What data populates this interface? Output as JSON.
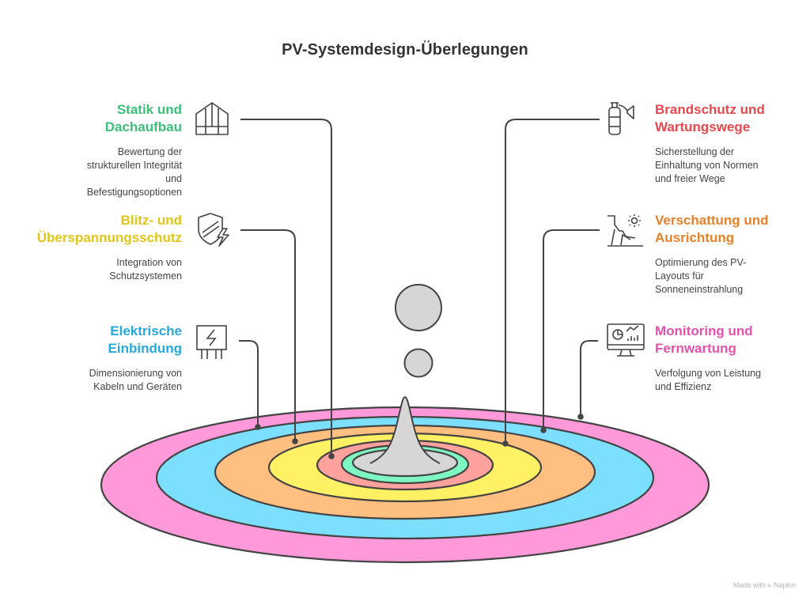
{
  "title": "PV-Systemdesign-Überlegungen",
  "items": [
    {
      "heading": "Statik und Dachaufbau",
      "heading_lines": [
        "Statik und",
        "Dachaufbau"
      ],
      "description_lines": [
        "Bewertung der",
        "strukturellen Integrität",
        "und",
        "Befestigungsoptionen"
      ],
      "color": "#3dbf7a",
      "ring_color": "#7ff7c2",
      "icon": "greenhouse-icon",
      "side": "left"
    },
    {
      "heading": "Blitz- und Überspannungsschutz",
      "heading_lines": [
        "Blitz- und",
        "Überspannungsschutz"
      ],
      "description_lines": [
        "Integration von",
        "Schutzsystemen"
      ],
      "color": "#e0c51a",
      "ring_color": "#fff064",
      "icon": "shield-lightning-icon",
      "side": "left"
    },
    {
      "heading": "Elektrische Einbindung",
      "heading_lines": [
        "Elektrische",
        "Einbindung"
      ],
      "description_lines": [
        "Dimensionierung von",
        "Kabeln und Geräten"
      ],
      "color": "#25a9dc",
      "ring_color": "#7cdffd",
      "icon": "fuse-icon",
      "side": "left"
    },
    {
      "heading": "Brandschutz und Wartungswege",
      "heading_lines": [
        "Brandschutz und",
        "Wartungswege"
      ],
      "description_lines": [
        "Sicherstellung der",
        "Einhaltung von Normen",
        "und freier Wege"
      ],
      "color": "#e8484d",
      "ring_color": "#ffa19c",
      "icon": "fire-extinguisher-icon",
      "side": "right"
    },
    {
      "heading": "Verschattung und Ausrichtung",
      "heading_lines": [
        "Verschattung und",
        "Ausrichtung"
      ],
      "description_lines": [
        "Optimierung des PV-",
        "Layouts für",
        "Sonneneinstrahlung"
      ],
      "color": "#e78129",
      "ring_color": "#ffbf80",
      "icon": "cliff-sun-icon",
      "side": "right"
    },
    {
      "heading": "Monitoring und Fernwartung",
      "heading_lines": [
        "Monitoring und",
        "Fernwartung"
      ],
      "description_lines": [
        "Verfolgung von Leistung",
        "und Effizienz"
      ],
      "color": "#e451ad",
      "ring_color": "#ff99da",
      "icon": "monitor-chart-icon",
      "side": "right"
    }
  ],
  "rings": [
    "pink",
    "blue",
    "orange",
    "yellow",
    "red",
    "green",
    "grey"
  ],
  "center_color": "#d6d6d6",
  "outline_color": "#444444",
  "footer": "Made with ⪢ Napkin"
}
